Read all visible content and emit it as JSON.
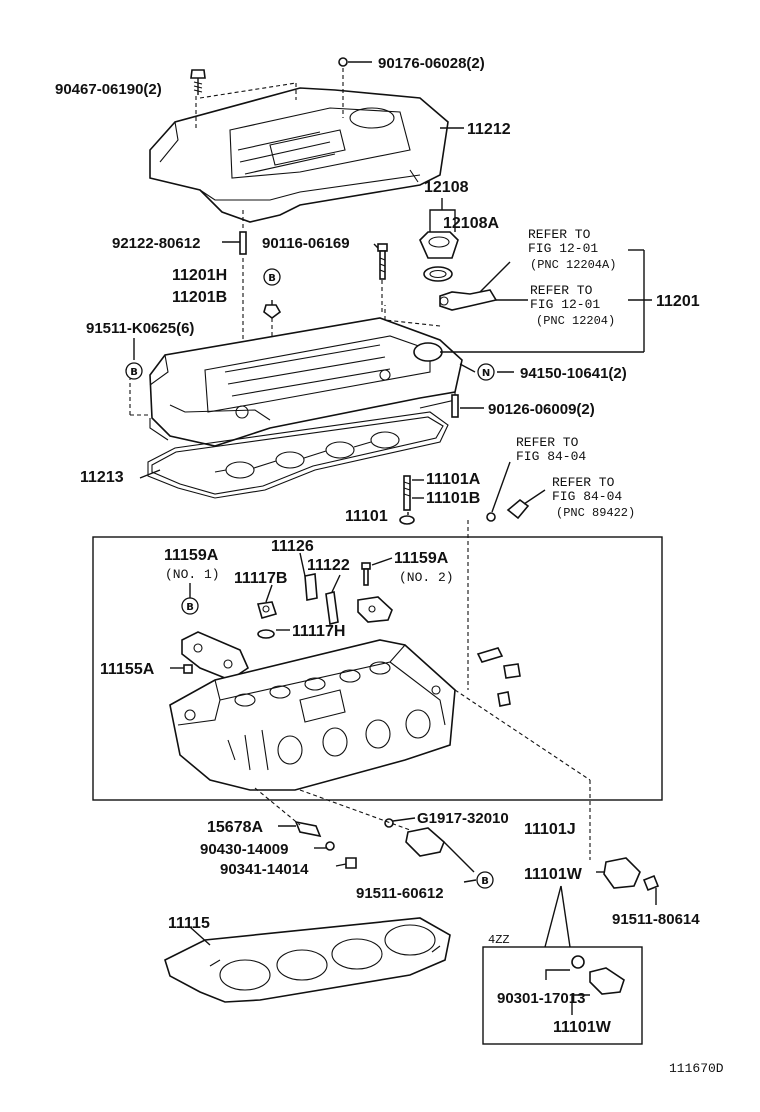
{
  "diagram_id": "111670D",
  "callouts": {
    "c_b": "B",
    "c_n": "N"
  },
  "labels": {
    "p90176": "90176-06028(2)",
    "p90467": "90467-06190(2)",
    "p11212": "11212",
    "p12108": "12108",
    "p12108a": "12108A",
    "p92122": "92122-80612",
    "p90116": "90116-06169",
    "p11201h": "11201H",
    "p11201b": "11201B",
    "p91511k": "91511-K0625(6)",
    "p11201": "11201",
    "p94150": "94150-10641(2)",
    "p90126": "90126-06009(2)",
    "p11213": "11213",
    "p11101a": "11101A",
    "p11101b": "11101B",
    "p11101": "11101",
    "p11159a_1": "11159A",
    "p11126": "11126",
    "p11122": "11122",
    "p11159a_2": "11159A",
    "p11117b": "11117B",
    "p11117h": "11117H",
    "p11155a": "11155A",
    "p15678a": "15678A",
    "pg1917": "G1917-32010",
    "p11101j": "11101J",
    "p90430": "90430-14009",
    "p90341": "90341-14014",
    "p91511_60612": "91511-60612",
    "p11101w": "11101W",
    "p91511_80614": "91511-80614",
    "p11115": "11115",
    "p90301": "90301-17013",
    "p11101w_inset": "11101W"
  },
  "notes": {
    "no1": "(NO. 1)",
    "no2": "(NO. 2)",
    "inset_tag": "4ZZ"
  },
  "references": {
    "r1_line1": "REFER TO",
    "r1_line2": "FIG 12-01",
    "r1_pnc": "(PNC 12204A)",
    "r2_line1": "REFER TO",
    "r2_line2": "FIG 12-01",
    "r2_pnc": "(PNC 12204)",
    "r3_line1": "REFER TO",
    "r3_line2": "FIG 84-04",
    "r4_line1": "REFER TO",
    "r4_line2": "FIG 84-04",
    "r4_pnc": "(PNC 89422)"
  }
}
